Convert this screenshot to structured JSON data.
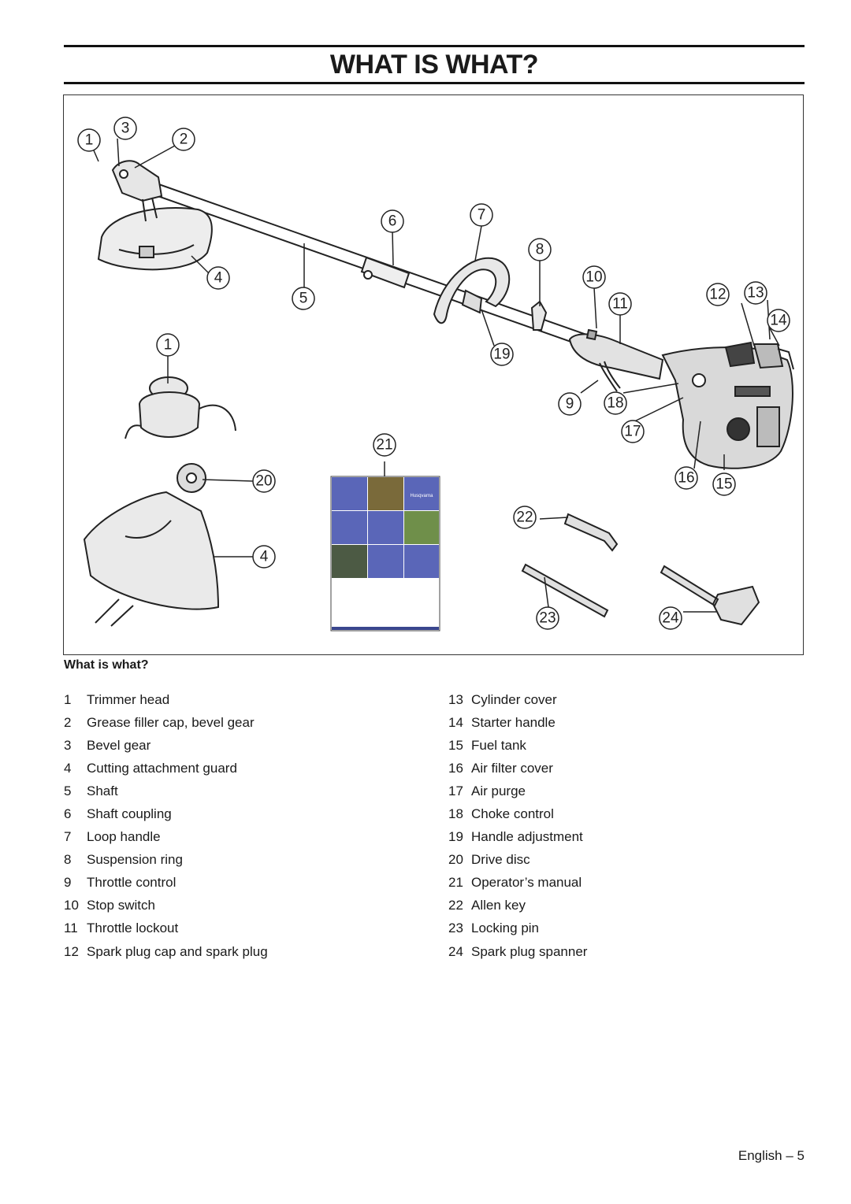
{
  "page": {
    "title": "WHAT IS WHAT?",
    "footer": "English – 5"
  },
  "figure": {
    "callouts": [
      "1",
      "3",
      "2",
      "6",
      "7",
      "8",
      "10",
      "12",
      "13",
      "14",
      "4",
      "5",
      "11",
      "1",
      "19",
      "9",
      "18",
      "17",
      "21",
      "16",
      "15",
      "20",
      "22",
      "4",
      "23",
      "24"
    ],
    "manual_logo_text": "Husqvarna"
  },
  "caption": "What is what?",
  "legend": {
    "left": [
      {
        "num": "1",
        "label": "Trimmer head"
      },
      {
        "num": "2",
        "label": "Grease filler cap, bevel gear"
      },
      {
        "num": "3",
        "label": "Bevel gear"
      },
      {
        "num": "4",
        "label": "Cutting attachment guard"
      },
      {
        "num": "5",
        "label": "Shaft"
      },
      {
        "num": "6",
        "label": "Shaft coupling"
      },
      {
        "num": "7",
        "label": "Loop handle"
      },
      {
        "num": "8",
        "label": "Suspension ring"
      },
      {
        "num": "9",
        "label": "Throttle control"
      },
      {
        "num": "10",
        "label": "Stop switch"
      },
      {
        "num": "11",
        "label": "Throttle lockout"
      },
      {
        "num": "12",
        "label": "Spark plug cap and spark plug"
      }
    ],
    "right": [
      {
        "num": "13",
        "label": "Cylinder cover"
      },
      {
        "num": "14",
        "label": "Starter handle"
      },
      {
        "num": "15",
        "label": "Fuel tank"
      },
      {
        "num": "16",
        "label": "Air filter cover"
      },
      {
        "num": "17",
        "label": "Air purge"
      },
      {
        "num": "18",
        "label": "Choke control"
      },
      {
        "num": "19",
        "label": "Handle adjustment"
      },
      {
        "num": "20",
        "label": "Drive disc"
      },
      {
        "num": "21",
        "label": "Operator’s manual"
      },
      {
        "num": "22",
        "label": "Allen key"
      },
      {
        "num": "23",
        "label": "Locking pin"
      },
      {
        "num": "24",
        "label": "Spark plug spanner"
      }
    ]
  },
  "colors": {
    "manual_blue": "#5a66b8",
    "manual_footer": "#3a468e",
    "ink": "#111111"
  }
}
